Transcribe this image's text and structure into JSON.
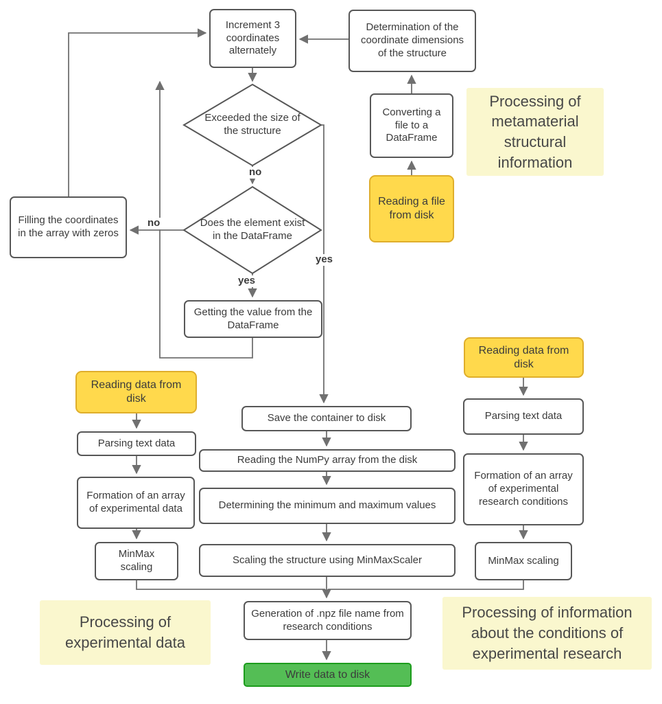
{
  "title": "Data processing flowchart",
  "colors": {
    "box-border": "#575757",
    "edge": "#707070",
    "text": "#3b3b3b",
    "yellow-fill": "#FFD94C",
    "yellow-border": "#DFAE2B",
    "green-fill": "#54BE55",
    "green-border": "#1C9C1C",
    "section-fill": "#FAF7CE"
  },
  "nodes": {
    "increment": "Increment 3 coordinates alternately",
    "determination": "Determination of the coordinate dimensions of the structure",
    "converting": "Converting a file to a DataFrame",
    "reading_file": "Reading a file from disk",
    "exceeded": "Exceeded the size of the structure",
    "element_exists": "Does the element exist in the DataFrame",
    "filling": "Filling the coordinates in the array with zeros",
    "getting_value": "Getting the value from the DataFrame",
    "reading_left": "Reading data from disk",
    "parsing_left": "Parsing text data",
    "formation_left": "Formation of an array of experimental data",
    "minmax_left": "MinMax scaling",
    "save_container": "Save the container to disk",
    "reading_numpy": "Reading the NumPy array from the disk",
    "determining": "Determining the minimum and maximum values",
    "scaling_structure": "Scaling the structure using MinMaxScaler",
    "generation": "Generation of .npz file name from research conditions",
    "write_disk": "Write data to disk",
    "reading_right": "Reading data from disk",
    "parsing_right": "Parsing text data",
    "formation_right": "Formation of an array of experimental research conditions",
    "minmax_right": "MinMax scaling"
  },
  "sections": {
    "metamaterial": "Processing of metamaterial structural information",
    "experimental": "Processing of experimental data",
    "conditions": "Processing of information about the conditions of experimental research"
  },
  "edge_labels": {
    "no_exceeded": "no",
    "no_exists": "no",
    "yes_exists": "yes",
    "yes_exceeded": "yes"
  }
}
